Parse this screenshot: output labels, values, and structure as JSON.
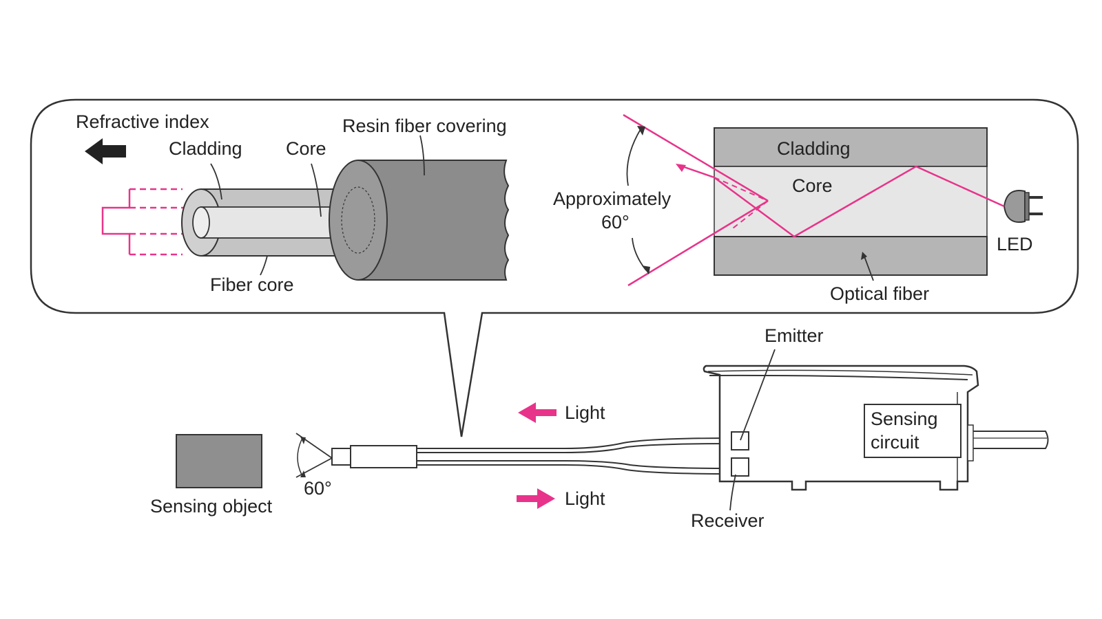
{
  "labels": {
    "refractive_index": "Refractive index",
    "cladding_left": "Cladding",
    "core_left": "Core",
    "resin_fiber_covering": "Resin fiber covering",
    "fiber_core": "Fiber core",
    "approx_line1": "Approximately",
    "approx_line2": "60°",
    "cladding_right": "Cladding",
    "core_right": "Core",
    "led": "LED",
    "optical_fiber": "Optical fiber",
    "emitter": "Emitter",
    "light_top": "Light",
    "light_bottom": "Light",
    "sensing_circuit_line1": "Sensing",
    "sensing_circuit_line2": "circuit",
    "sensing_object": "Sensing object",
    "angle_60": "60°",
    "receiver": "Receiver"
  },
  "colors": {
    "beam": "#e8338a",
    "outline": "#333333",
    "fill_dark": "#8f8f8f",
    "fill_mid": "#b3b3b3",
    "fill_light": "#d6d6d6",
    "fill_pale": "#e8e8e8"
  }
}
